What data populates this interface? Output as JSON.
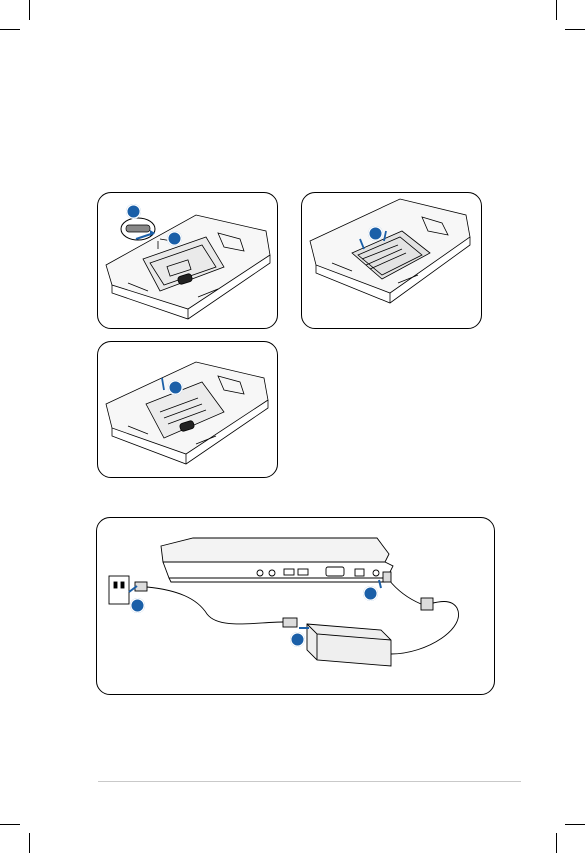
{
  "page": {
    "background": "#ffffff",
    "accent_color": "#1a5fa8",
    "line_color": "#000000"
  },
  "figures": [
    {
      "name": "battery-release-latch",
      "icon": "laptop-underside-illustration",
      "steps": 2
    },
    {
      "name": "battery-lift-out",
      "icon": "laptop-underside-illustration",
      "steps": 1
    },
    {
      "name": "battery-insert",
      "icon": "laptop-underside-illustration",
      "steps": 1
    },
    {
      "name": "power-adapter-connection",
      "icon": "laptop-side-adapter-illustration",
      "steps": 3
    }
  ]
}
